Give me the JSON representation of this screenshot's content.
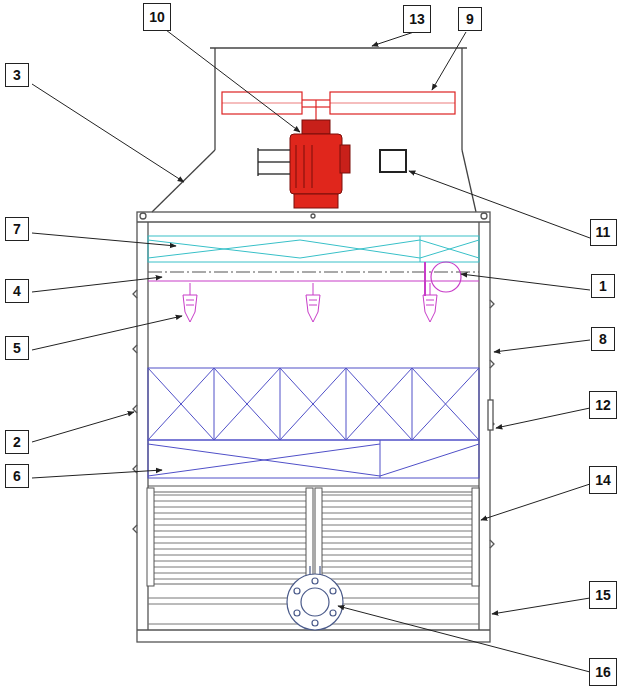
{
  "diagram": {
    "nodes": [
      {
        "text": [
          "10"
        ]
      },
      {
        "text": [
          "13"
        ]
      },
      {
        "text": [
          "9"
        ]
      },
      {
        "text": [
          "3"
        ]
      },
      {
        "text": [
          "11"
        ]
      },
      {
        "text": [
          "7"
        ]
      },
      {
        "text": [
          "1"
        ]
      },
      {
        "text": [
          "4"
        ]
      },
      {
        "text": [
          "8"
        ]
      },
      {
        "text": [
          "5"
        ]
      },
      {
        "text": [
          "2"
        ]
      },
      {
        "text": [
          "12"
        ]
      },
      {
        "text": [
          "6"
        ]
      },
      {
        "text": [
          "14"
        ]
      },
      {
        "text": [
          "15"
        ]
      },
      {
        "text": [
          "16"
        ]
      }
    ]
  }
}
